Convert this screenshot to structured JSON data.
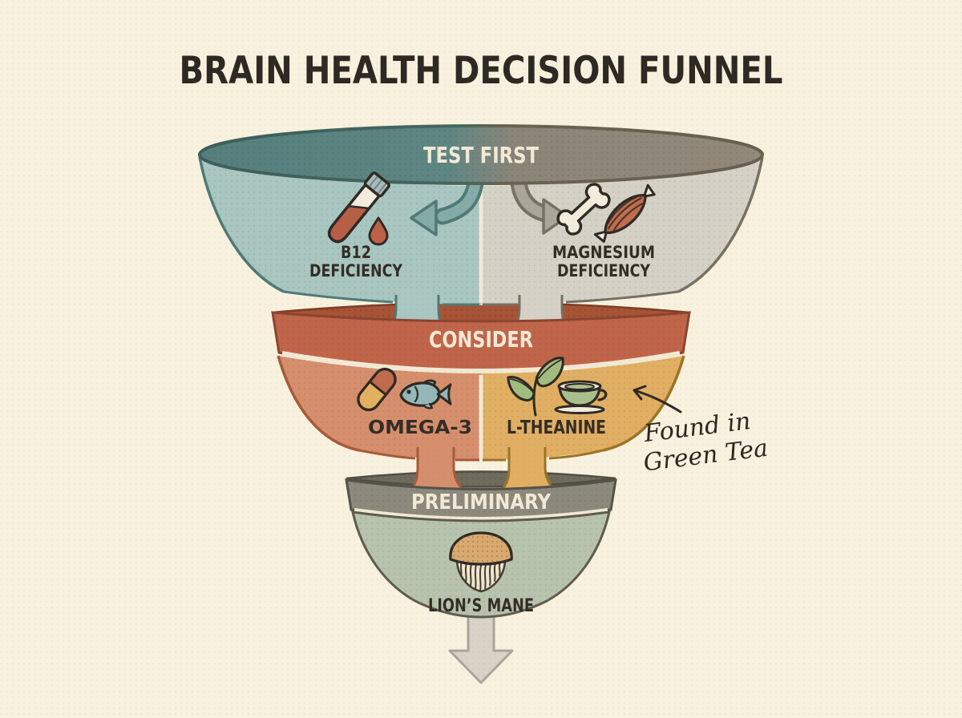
{
  "title": "BRAIN HEALTH DECISION FUNNEL",
  "funnel": {
    "tiers": [
      {
        "label": "TEST FIRST",
        "items": [
          {
            "line1": "B12",
            "line2": "DEFICIENCY",
            "icons": [
              "test-tube-icon",
              "blood-drop-icon"
            ]
          },
          {
            "line1": "MAGNESIUM",
            "line2": "DEFICIENCY",
            "icons": [
              "bone-icon",
              "muscle-icon"
            ]
          }
        ]
      },
      {
        "label": "CONSIDER",
        "items": [
          {
            "line1": "OMEGA-3",
            "icons": [
              "capsule-icon",
              "fish-icon"
            ]
          },
          {
            "line1": "L-THEANINE",
            "icons": [
              "tea-leaves-icon",
              "tea-cup-icon"
            ]
          }
        ]
      },
      {
        "label": "PRELIMINARY",
        "items": [
          {
            "line1": "LION’S MANE",
            "icons": [
              "lions-mane-mushroom-icon"
            ]
          }
        ]
      }
    ]
  },
  "annotation": {
    "line1": "Found in",
    "line2": "Green Tea"
  },
  "colors": {
    "background": "#f8f1de",
    "title_text": "#2e2923",
    "rim_text": "#f2ead6",
    "item_text": "#332d26",
    "outline": "#2f2a24",
    "tier1_rim_left": "#547f7c",
    "tier1_rim_right": "#93897a",
    "tier1_body_left": "#a9c6c1",
    "tier1_body_right": "#d6d1c6",
    "tier2_rim": "#c1654a",
    "tier2_interior": "#a65336",
    "tier2_body_left": "#d68f6d",
    "tier2_body_right": "#e0af63",
    "tier3_rim": "#8d897c",
    "tier3_interior": "#6f6c5e",
    "tier3_body": "#b8c3ae",
    "down_arrow": "#d8d3c6",
    "divider_cream": "#f2e9d4",
    "blood_red": "#b65f46",
    "capsule_red": "#c06a4e",
    "capsule_yellow": "#e2b160",
    "fish_teal": "#95b7ba",
    "leaf_green": "#a2bb81",
    "tea_green": "#aabf8e",
    "mushroom_tan": "#d9aa70",
    "mushroom_mane": "#efe6d1"
  }
}
